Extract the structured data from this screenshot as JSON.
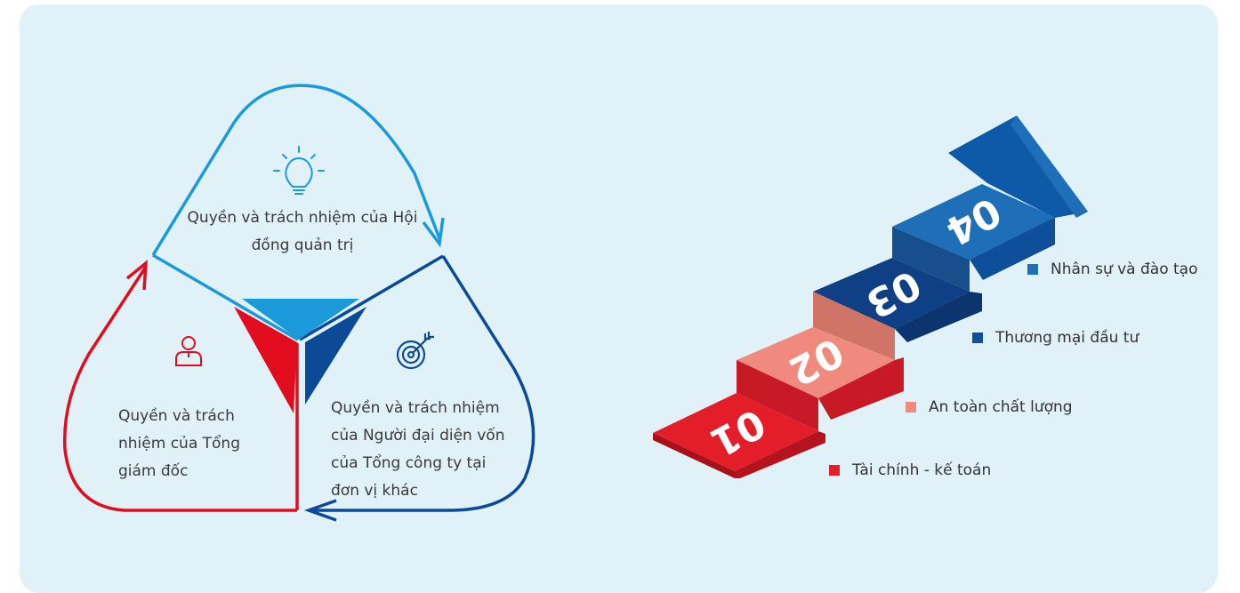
{
  "cycle": {
    "top_text": "Quyền và trách nhiệm của Hội đồng quản trị",
    "left_text": "Quyền và trách nhiệm của Tổng giám đốc",
    "right_text": "Quyền và trách nhiệm của Người đại diện vốn của Tổng công ty tại đơn vị khác"
  },
  "steps": {
    "labels": [
      "01",
      "02",
      "03",
      "04"
    ],
    "legend": [
      {
        "text": "Nhân sự và đào tạo",
        "color": "#1e6fb8"
      },
      {
        "text": "Thương mại đầu tư",
        "color": "#0f4f99"
      },
      {
        "text": "An toàn chất lượng",
        "color": "#f08a7e"
      },
      {
        "text": "Tài chính - kế toán",
        "color": "#e31e2a"
      }
    ]
  },
  "colors": {
    "light_blue": "#1b9ad9",
    "dark_blue": "#0d4a96",
    "red": "#e10d1f",
    "panel_bg": "#e1f1f8"
  },
  "icons": [
    "lightbulb-icon",
    "person-icon",
    "target-icon"
  ]
}
